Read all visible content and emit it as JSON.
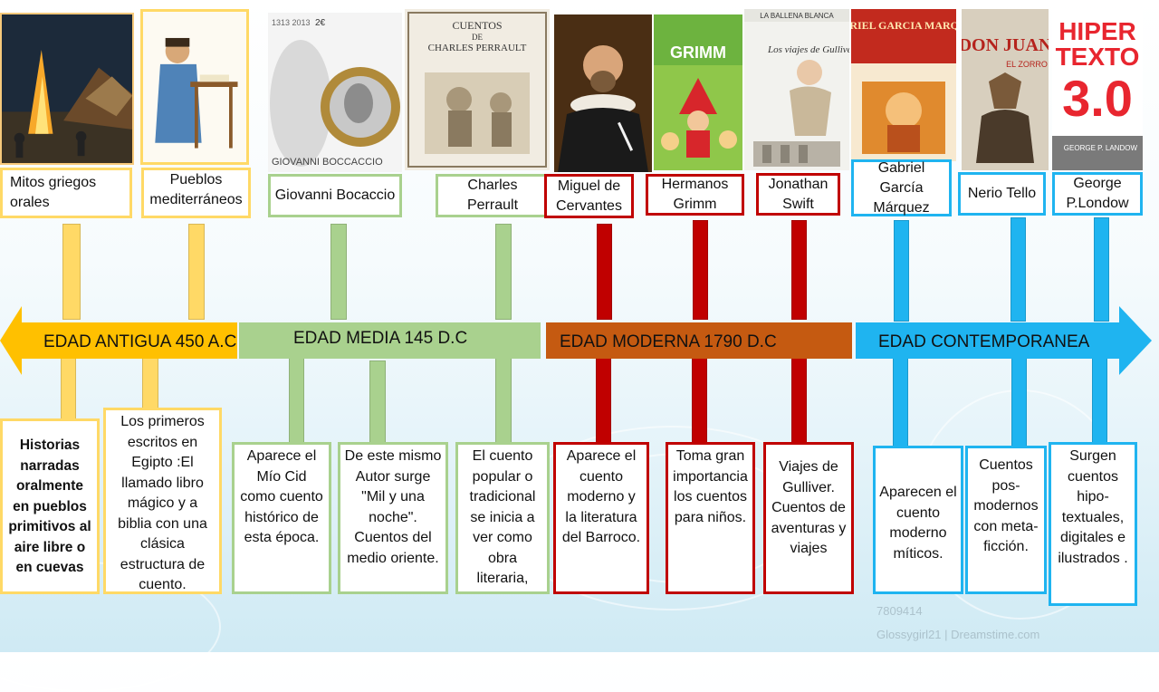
{
  "colors": {
    "antigua": "#ffd966",
    "media": "#a9d18e",
    "moderna": "#c00000",
    "contemporanea": "#1fb4f0"
  },
  "eras": [
    {
      "label": "EDAD ANTIGUA 450 A.C"
    },
    {
      "label": "EDAD MEDIA 145 D.C"
    },
    {
      "label": "EDAD MODERNA 1790 D.C"
    },
    {
      "label": "EDAD CONTEMPORANEA"
    }
  ],
  "authors": [
    {
      "name": "Mitos griegos orales",
      "image": "bonfire-village-picture"
    },
    {
      "name": "Pueblos mediterráneos",
      "image": "scribe-writing-picture"
    },
    {
      "name": "Giovanni Bocaccio",
      "image": "boccaccio-coin-picture",
      "image_text": {
        "years": "1313 2013",
        "denomination": "2€",
        "coin_name": "GIOVANNI BOCCACCIO"
      }
    },
    {
      "name": "Charles Perrault",
      "image": "cuentos-perrault-book-picture",
      "image_text": {
        "title_line1": "CUENTOS",
        "title_line2": "DE",
        "title_line3": "CHARLES PERRAULT"
      }
    },
    {
      "name": "Miguel de Cervantes",
      "image": "cervantes-portrait-picture"
    },
    {
      "name": "Hermanos Grimm",
      "image": "grimm-book-picture",
      "image_text": {
        "title": "GRIMM"
      }
    },
    {
      "name": "Jonathan Swift",
      "image": "gulliver-book-picture",
      "image_text": {
        "series": "LA BALLENA BLANCA",
        "title": "Los viajes de Gulliver"
      }
    },
    {
      "name": "Gabriel García Márquez",
      "image": "garcia-marquez-book-picture",
      "image_text": {
        "title": "GABRIEL GARCIA MARQUEZ"
      }
    },
    {
      "name": "Nerio Tello",
      "image": "don-juan-book-picture",
      "image_text": {
        "title": "DON JUAN",
        "subtitle": "EL ZORRO"
      }
    },
    {
      "name": "George P.Londow",
      "image": "hipertexto-book-picture",
      "image_text": {
        "line1": "HIPER",
        "line2": "TEXTO",
        "line3": "3.0",
        "author": "GEORGE P. LANDOW"
      }
    }
  ],
  "descriptions": [
    "Historias narradas oralmente en pueblos primitivos al aire libre o en cuevas",
    "Los primeros escritos en Egipto :El llamado libro mágico y a biblia con una clásica estructura de cuento.",
    "Aparece el Mío Cid como cuento histórico de esta época.",
    "De este mismo Autor surge \"Mil y una noche\". Cuentos del medio oriente.",
    "El cuento popular o tradicional se inicia a ver como obra literaria,",
    "Aparece el cuento moderno y la literatura del Barroco.",
    "Toma gran importancia los cuentos para niños.",
    "Viajes de Gulliver. Cuentos de aventuras y viajes",
    "Aparecen el cuento moderno míticos.",
    "Cuentos pos-modernos con meta-ficción.",
    "Surgen cuentos hipo-textuales, digitales e ilustrados ."
  ],
  "watermark": {
    "line1": "7809414",
    "line2": "Glossygirl21 | Dreamstime.com"
  }
}
